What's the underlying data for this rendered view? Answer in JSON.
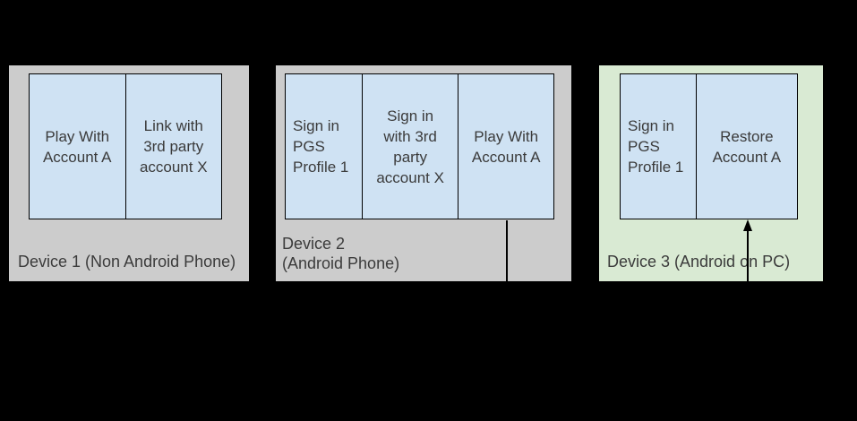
{
  "colors": {
    "background": "#000000",
    "device_phone_fill": "#cccccc",
    "device_pc_fill": "#d9ead3",
    "screen_fill": "#cfe2f3",
    "border": "#000000",
    "text": "#3b3b3b",
    "connector": "#000000"
  },
  "devices": [
    {
      "label": "Device 1 (Non Android Phone)",
      "cells": [
        {
          "text": "Play With\nAccount A"
        },
        {
          "text": "Link with\n3rd party\naccount X"
        }
      ]
    },
    {
      "label": "Device 2\n(Android Phone)",
      "cells": [
        {
          "text": "Sign in\nPGS\nProfile 1"
        },
        {
          "text": "Sign in\nwith 3rd\nparty\naccount X"
        },
        {
          "text": "Play With\nAccount A"
        }
      ]
    },
    {
      "label": "Device 3 (Android on PC)",
      "cells": [
        {
          "text": "Sign in\nPGS\nProfile 1"
        },
        {
          "text": "Restore\nAccount A"
        }
      ]
    }
  ]
}
